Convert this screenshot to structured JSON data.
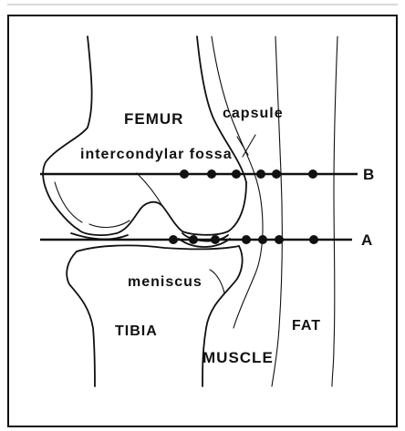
{
  "diagram": {
    "labels": {
      "femur": "FEMUR",
      "capsule": "capsule",
      "intercondylar_fossa": "intercondylar fossa",
      "meniscus": "meniscus",
      "tibia": "TIBIA",
      "muscle": "MUSCLE",
      "fat": "FAT",
      "line_b": "B",
      "line_a": "A"
    },
    "colors": {
      "ink": "#111111",
      "background": "#ffffff"
    }
  }
}
